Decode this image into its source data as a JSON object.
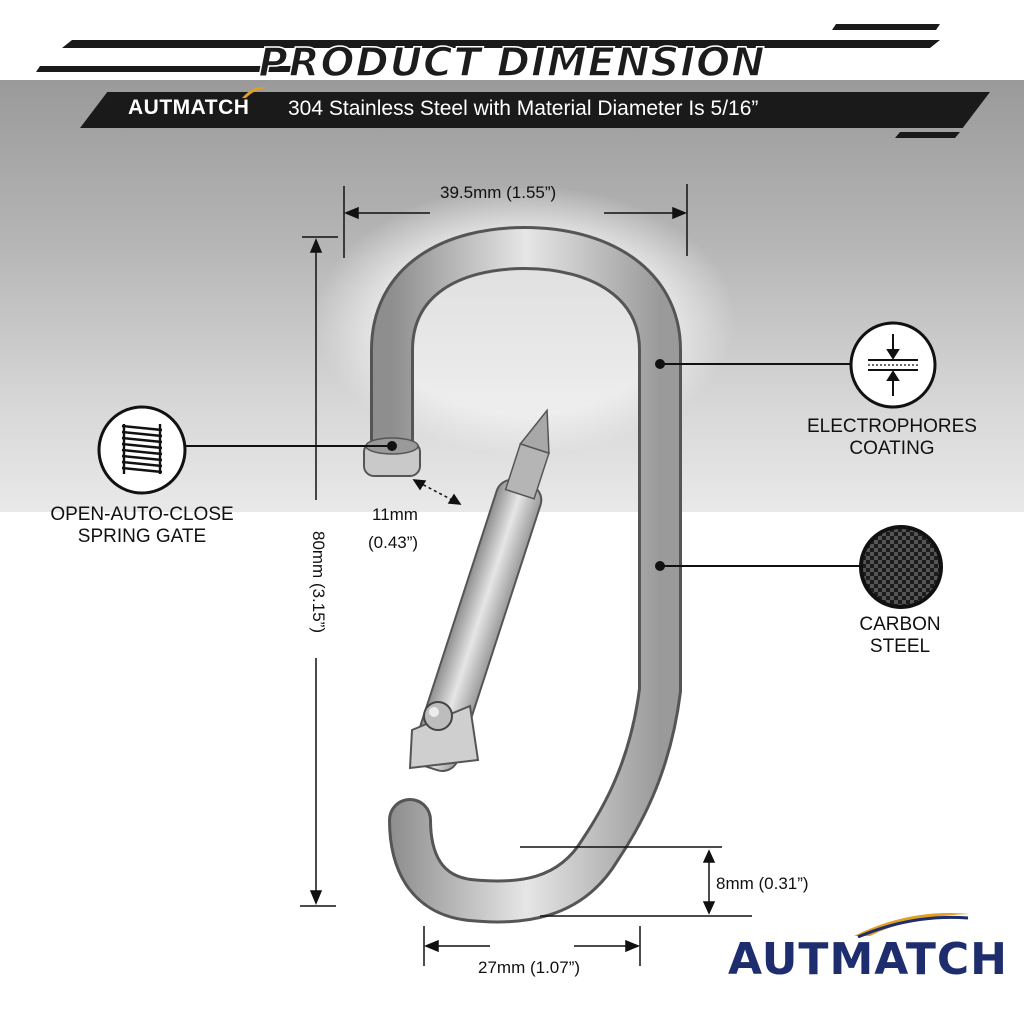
{
  "header": {
    "title": "PRODUCT DIMENSION",
    "brand_small": "AUTMATCH",
    "subtitle": "304 Stainless Steel with Material Diameter Is 5/16”"
  },
  "dimensions": {
    "width_top": "39.5mm (1.55”)",
    "height": "80mm (3.15”)",
    "gate_opening_line1": "11mm",
    "gate_opening_line2": "(0.43”)",
    "wire_diameter": "8mm (0.31”)",
    "width_bottom": "27mm (1.07”)"
  },
  "features": {
    "spring_gate_line1": "OPEN-AUTO-CLOSE",
    "spring_gate_line2": "SPRING GATE",
    "coating_line1": "ELECTROPHORES",
    "coating_line2": "COATING",
    "steel_line1": "CARBON",
    "steel_line2": "STEEL"
  },
  "footer": {
    "brand": "AUTMATCH"
  },
  "colors": {
    "brand_navy": "#1e2d6e",
    "brand_gold": "#e0a020",
    "band_dark": "#1a1a1a"
  }
}
